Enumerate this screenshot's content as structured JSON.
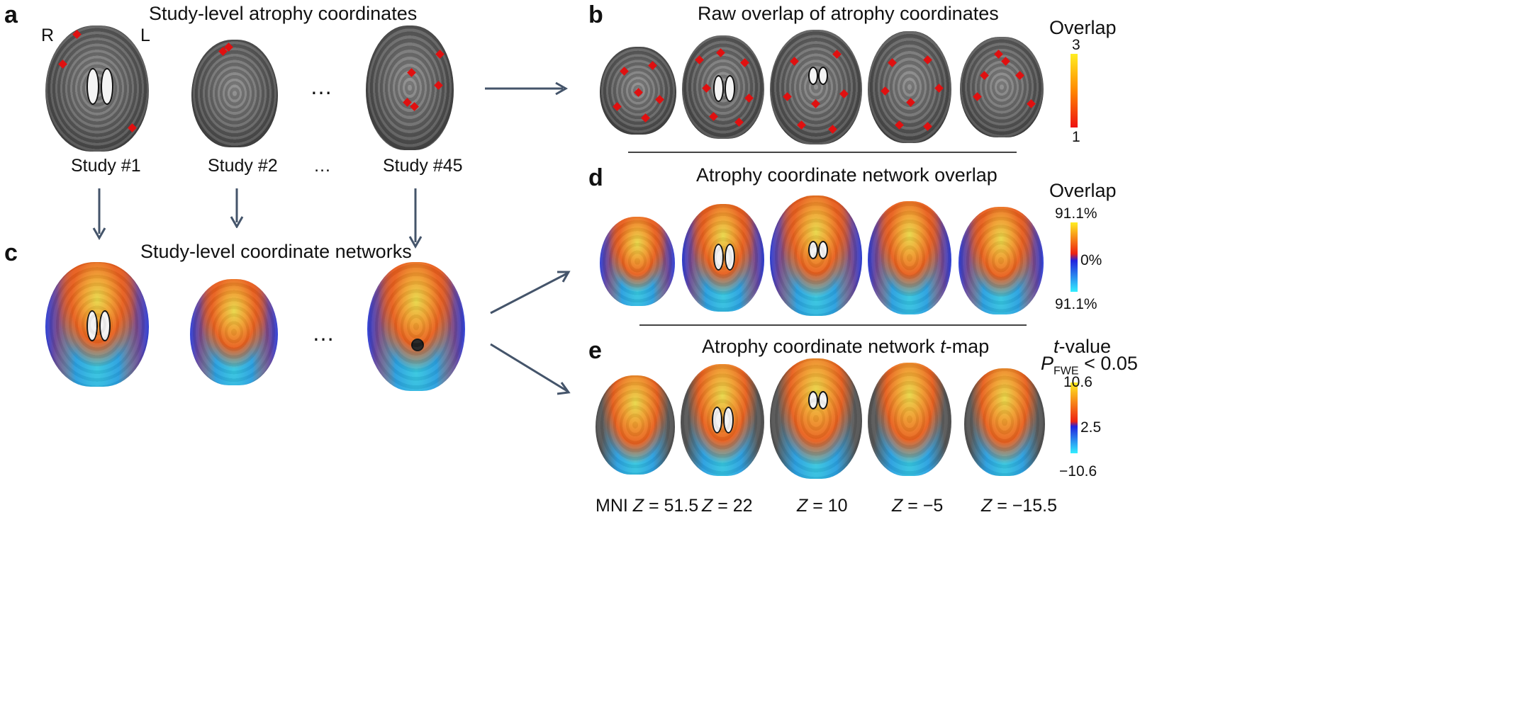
{
  "panels": {
    "a": {
      "label": "a",
      "title": "Study-level atrophy coordinates",
      "hemi_left": "R",
      "hemi_right": "L",
      "studies": [
        "Study #1",
        "Study #2",
        "…",
        "Study #45"
      ],
      "ellipsis": "…"
    },
    "b": {
      "label": "b",
      "title": "Raw overlap of atrophy coordinates",
      "colorbar": {
        "title": "Overlap",
        "max": "3",
        "min": "1",
        "colors": [
          "#ffee22",
          "#ff8800",
          "#ee1111"
        ]
      }
    },
    "c": {
      "label": "c",
      "title": "Study-level coordinate networks",
      "ellipsis": "…"
    },
    "d": {
      "label": "d",
      "title": "Atrophy coordinate network overlap",
      "colorbar": {
        "title": "Overlap",
        "top": "91.1%",
        "mid": "0%",
        "bottom": "91.1%",
        "colors": [
          "#ffee22",
          "#ee2211",
          "#2222dd",
          "#33eeff"
        ]
      }
    },
    "e": {
      "label": "e",
      "title_prefix": "Atrophy coordinate network ",
      "title_italic": "t",
      "title_suffix": "-map",
      "colorbar": {
        "title_italic": "t",
        "title_rest": "-value",
        "p_italic": "P",
        "p_sub": "FWE",
        "p_rest": " < 0.05",
        "top": "10.6",
        "mid": "2.5",
        "bottom": "−10.6",
        "colors": [
          "#ffee22",
          "#ee2211",
          "#2222dd",
          "#33eeff"
        ]
      }
    }
  },
  "slices": {
    "prefix": "MNI",
    "items": [
      {
        "var": "Z",
        "value": " = 51.5"
      },
      {
        "var": "Z",
        "value": " = 22"
      },
      {
        "var": "Z",
        "value": " = 10"
      },
      {
        "var": "Z",
        "value": " = −5"
      },
      {
        "var": "Z",
        "value": " = −15.5"
      }
    ]
  }
}
